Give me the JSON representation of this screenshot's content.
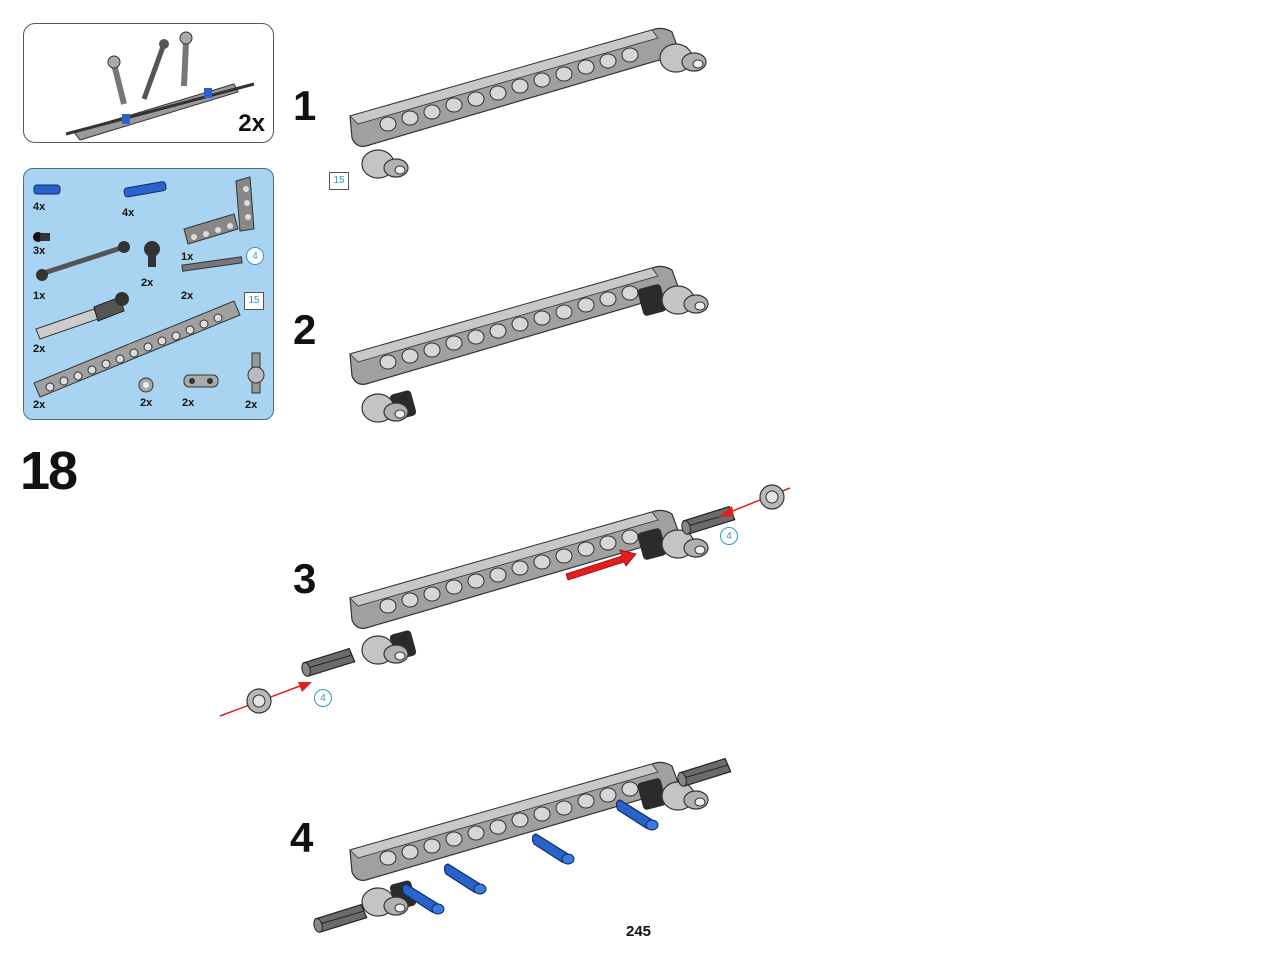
{
  "submodel": {
    "count_label": "2x"
  },
  "parts_list": {
    "items": [
      {
        "name": "blue-pin-short",
        "qty": "4x"
      },
      {
        "name": "blue-pin-long",
        "qty": "4x"
      },
      {
        "name": "l-beam",
        "qty": "1x"
      },
      {
        "name": "black-ball-joint",
        "qty": "3x"
      },
      {
        "name": "gray-rod-link",
        "qty": "1x"
      },
      {
        "name": "black-connector",
        "qty": "2x"
      },
      {
        "name": "gray-axle-4",
        "qty": "2x"
      },
      {
        "name": "shock-absorber",
        "qty": "2x"
      },
      {
        "name": "liftarm-15",
        "qty": "2x"
      },
      {
        "name": "bush",
        "qty": "2x"
      },
      {
        "name": "cross-block",
        "qty": "2x"
      },
      {
        "name": "ball-connector",
        "qty": "2x"
      }
    ],
    "axle_length_callout": "4",
    "beam_length_callout": "15"
  },
  "main_step_number": "18",
  "substeps": [
    {
      "number": "1"
    },
    {
      "number": "2"
    },
    {
      "number": "3"
    },
    {
      "number": "4"
    }
  ],
  "callouts": {
    "step1_beam_length": "15",
    "step3_axle_length_right": "4",
    "step3_axle_length_left": "4"
  },
  "colors": {
    "parts_bg": "#a9d4f1",
    "arrow": "#e02020",
    "callout": "#2e9ad0",
    "pin_blue": "#2a62c9"
  },
  "page_number": "245"
}
